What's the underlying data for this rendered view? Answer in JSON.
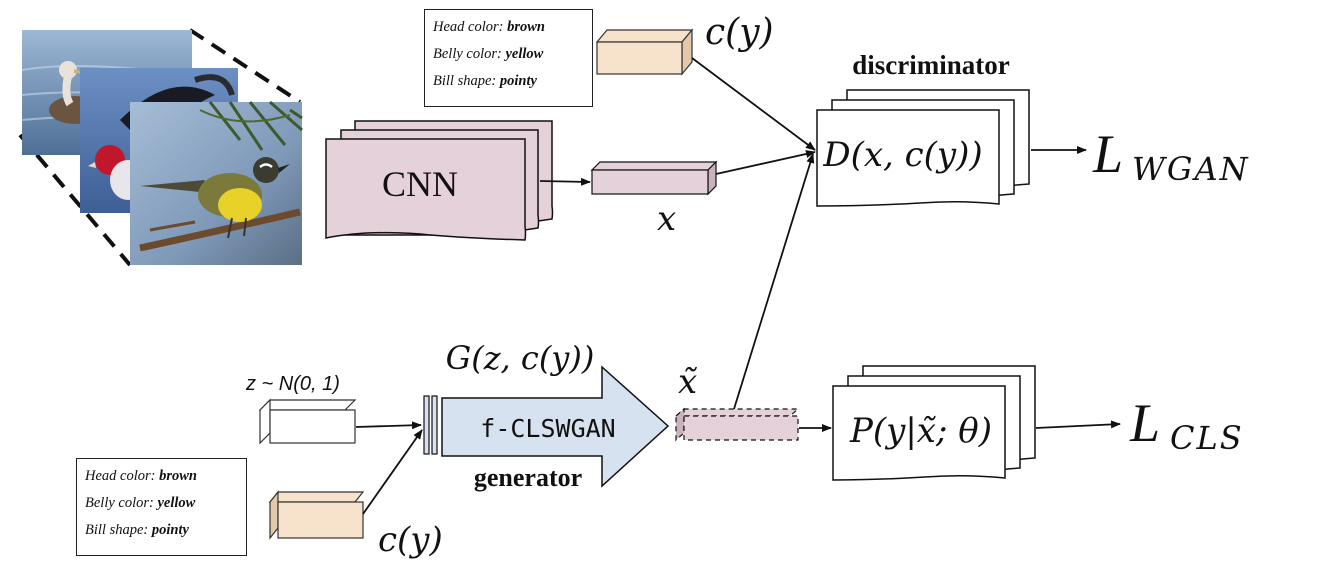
{
  "attributes_top": {
    "line1_label": "Head color: ",
    "line1_value": "brown",
    "line2_label": "Belly color: ",
    "line2_value": "yellow",
    "line3_label": "Bill shape: ",
    "line3_value": "pointy"
  },
  "attributes_bottom": {
    "line1_label": "Head color: ",
    "line1_value": "brown",
    "line2_label": "Belly color: ",
    "line2_value": "yellow",
    "line3_label": "Bill shape: ",
    "line3_value": "pointy"
  },
  "labels": {
    "c_y_top": "c(y)",
    "c_y_bottom": "c(y)",
    "cnn": "CNN",
    "x_feature": "x",
    "x_tilde": "x̃",
    "discriminator_title": "discriminator",
    "discriminator_fn": "D(x, c(y))",
    "loss_wgan_main": "L",
    "loss_wgan_sub": "WGAN",
    "noise": "z ~ N(0, 1)",
    "generator_fn": "G(z, c(y))",
    "generator_name": "f-CLSWGAN",
    "generator_title": "generator",
    "classifier_fn": "P(y|x̃; θ)",
    "loss_cls_main": "L",
    "loss_cls_sub": "CLS"
  },
  "colors": {
    "pink": "#e4d1da",
    "peach": "#f7e3cb",
    "arrow_blue": "#d6e2ef",
    "stroke": "#111111",
    "sky_1": "#8aa6c8",
    "sky_3": "#9fb6d6"
  },
  "icons": {
    "bird_photo_1": "bird-photo-albatross-icon",
    "bird_photo_2": "bird-photo-cardinal-icon",
    "bird_photo_3": "bird-photo-warbler-icon"
  }
}
